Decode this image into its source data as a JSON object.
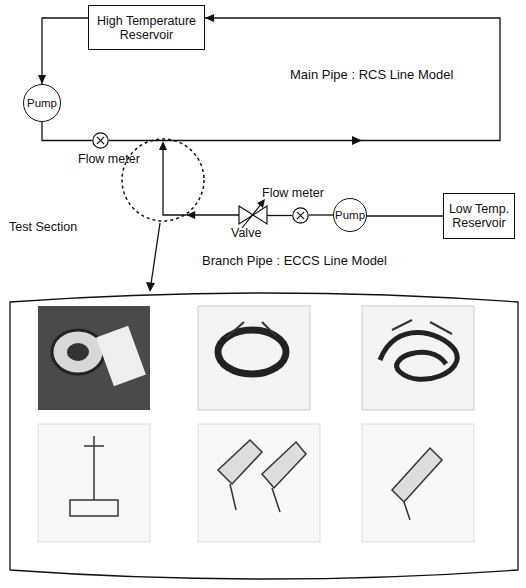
{
  "diagram": {
    "nodes": [
      {
        "text": [
          "High Temperature Reservoir"
        ]
      },
      {
        "text": [
          "Pump"
        ]
      },
      {
        "text": [
          "Flow meter"
        ]
      },
      {
        "text": [
          "Flow meter"
        ]
      },
      {
        "text": [
          "Valve"
        ]
      },
      {
        "text": [
          "Pump"
        ]
      },
      {
        "text": [
          "Low Temp. Reservoir"
        ]
      },
      {
        "text": [
          "Test Section"
        ]
      }
    ],
    "edges": [
      {
        "from": 0,
        "to": 1,
        "arrow": "to"
      },
      {
        "from": 1,
        "to": 2,
        "arrow": "none"
      },
      {
        "from": 2,
        "to": 0,
        "arrow": "to"
      },
      {
        "from": 6,
        "to": 5,
        "arrow": "none"
      },
      {
        "from": 5,
        "to": 3,
        "arrow": "none"
      },
      {
        "from": 3,
        "to": 4,
        "arrow": "none"
      },
      {
        "from": 4,
        "to": 7,
        "arrow": "to"
      }
    ],
    "labels": [
      "Main Pipe : RCS Line Model",
      "Branch Pipe : ECCS Line Model"
    ]
  }
}
